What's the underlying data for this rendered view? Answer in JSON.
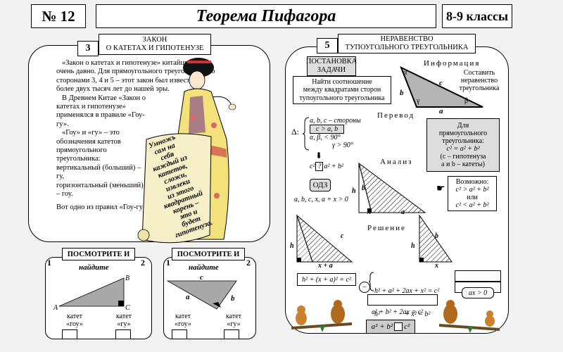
{
  "header": {
    "number": "№ 12",
    "title": "Теорема Пифагора",
    "grade": "8-9 классы"
  },
  "left": {
    "num": "3",
    "title_lines": [
      "ЗАКОН",
      "О КАТЕТАХ И ГИПОТЕНУЗЕ"
    ],
    "paragraphs": [
      "«Закон о катетах и гипотенузе» китайцы знали очень давно. Для прямоугольного треугольника со сторонами 3, 4 и 5 – этот закон был известен более двух тысяч лет до нашей эры.",
      "В Древнем Китае «Закон о катетах и гипотенузе» применялся в правиле «Гоу-гу».",
      "«Гоу» и «гу» – это обозначения катетов прямоугольного треугольника:",
      "вертикальный (больший) – гу,",
      "горизонтальный (меньший) – гоу.",
      "Вот одно из правил «Гоу-гу»:"
    ],
    "scroll_lines": [
      "Умножь",
      "сам на",
      "себя",
      "каждый из",
      "катетов,",
      "сложи,",
      "извлеки",
      "из этого",
      "квадратный",
      "корень –",
      "это и",
      "будет",
      "гипотенуза."
    ]
  },
  "look_left": {
    "title": "ПОСМОТРИТЕ И",
    "subtitle": "найдите",
    "n1": "1",
    "n2": "2",
    "vertices": {
      "a": "A",
      "b": "B",
      "c": "C"
    },
    "leg1": "катет «гоу»",
    "leg2": "катет «гу»"
  },
  "look_right": {
    "title": "ПОСМОТРИТЕ И",
    "subtitle": "найдите",
    "n1": "1",
    "n2": "2",
    "labels": {
      "c": "c",
      "a": "a",
      "b": "b"
    },
    "leg1": "катет «гоу»",
    "leg2": "катет «гу»"
  },
  "right": {
    "num": "5",
    "title_lines": [
      "НЕРАВЕНСТВО",
      "ТУПОУГОЛЬНОГО ТРЕУГОЛЬНИКА"
    ],
    "problem_title": [
      "ПОСТАНОВКА",
      "ЗАДАЧИ"
    ],
    "problem_text": [
      "Найти соотношение",
      "между квадратами сторон",
      "тупоугольного треугольника"
    ],
    "info_title": "Информация",
    "info_text": [
      "Составить",
      "неравенство",
      "треугольника"
    ],
    "info_labels": {
      "alpha": "α",
      "beta": "β",
      "gamma": "γ",
      "a": "a",
      "b": "b",
      "c": "c"
    },
    "translation": "Перевод",
    "delta": "Δ:",
    "cond1": "a, b, c – стороны",
    "cond2": "c > a, b",
    "cond3": "α, β, < 90°",
    "cond4": "γ > 90°",
    "unknown": "c²",
    "unknown_q": "?",
    "unknown_rest": "a² + b²",
    "right_tri_box": [
      "Для",
      "прямоугольного",
      "треугольника:",
      "c² = a² + b²",
      "(c – гипотенуза",
      "a и b – катеты)"
    ],
    "analysis": "Анализ",
    "possible": [
      "Возможно:",
      "c² > a² + b²",
      "или",
      "c² < a² + b²"
    ],
    "odz": "ОДЗ",
    "odz_cond": "a, b, c, x, a + x > 0",
    "solution": "Решение",
    "labels": {
      "h": "h",
      "b": "b",
      "x": "x",
      "a": "a",
      "c": "c",
      "xa": "x + a"
    },
    "eq1": "h² + (x + a)² = c²",
    "sys1": "h² + a² + 2ax + x² = c²",
    "sys2": "h²              + x² = b²",
    "minus": "−",
    "ax_pos": "ax > 0",
    "eq_final": "a² + b² + 2ax = c²",
    "answer_left": "a² + b²",
    "answer_right": "c²"
  }
}
